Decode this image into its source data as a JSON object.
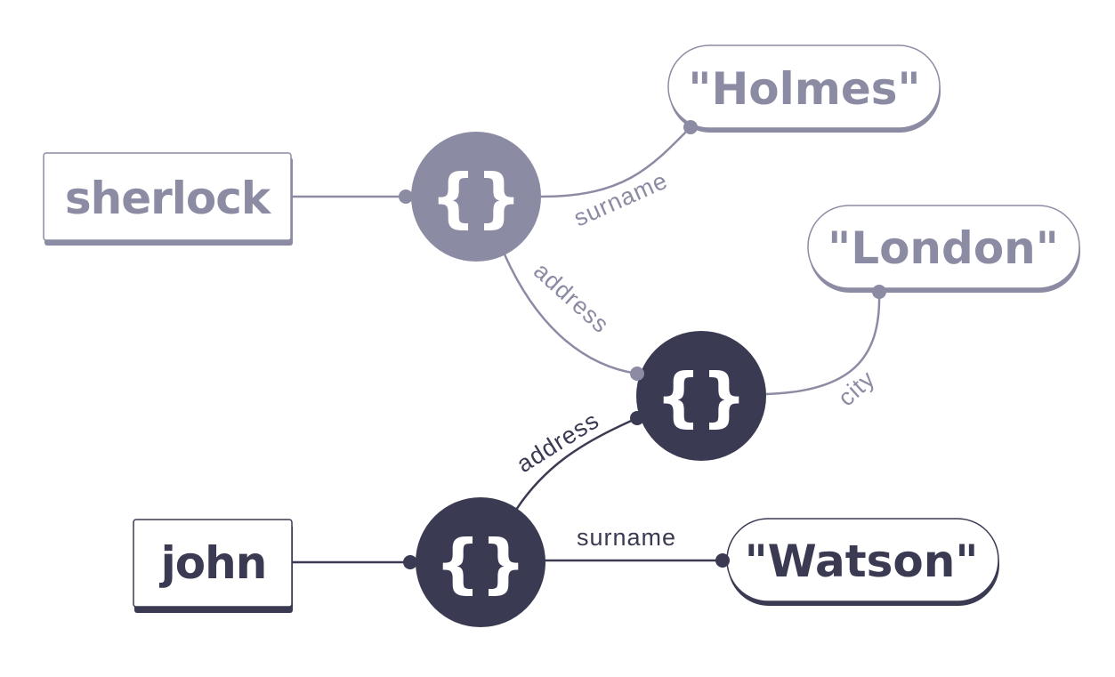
{
  "colors": {
    "dark": "#3a3a52",
    "light": "#8c8ba4",
    "background": "#ffffff"
  },
  "variables": {
    "sherlock": "sherlock",
    "john": "john"
  },
  "objects": {
    "sherlock_obj": "{}",
    "address_obj": "{}",
    "john_obj": "{}"
  },
  "strings": {
    "holmes": "\"Holmes\"",
    "london": "\"London\"",
    "watson": "\"Watson\""
  },
  "edges": {
    "surname_sherlock": "surname",
    "address_sherlock": "address",
    "city": "city",
    "address_john": "address",
    "surname_john": "surname"
  }
}
